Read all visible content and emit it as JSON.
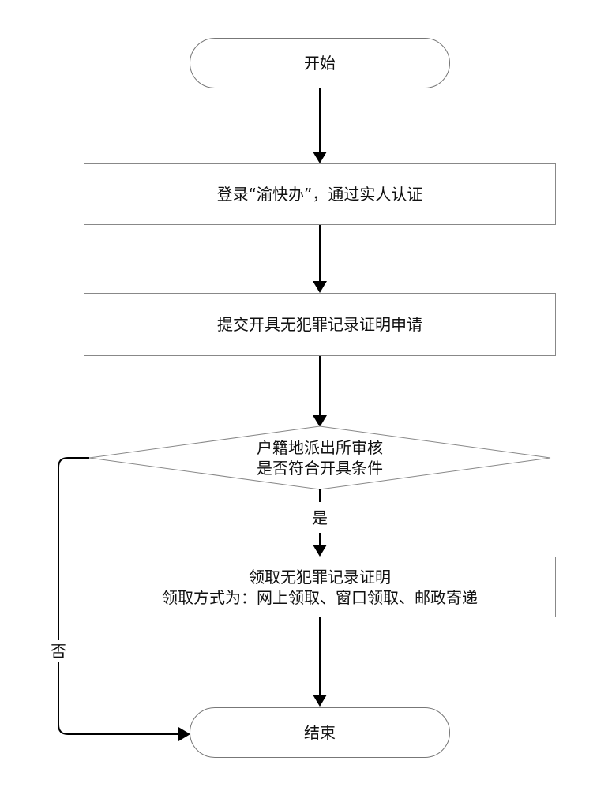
{
  "start": "开始",
  "step1": "登录“渝快办”，通过实人认证",
  "step2": "提交开具无犯罪记录证明申请",
  "decision": {
    "line1": "户籍地派出所审核",
    "line2": "是否符合开具条件"
  },
  "yes_label": "是",
  "no_label": "否",
  "step3": {
    "line1": "领取无犯罪记录证明",
    "line2": "领取方式为：网上领取、窗口领取、邮政寄递"
  },
  "end": "结束"
}
